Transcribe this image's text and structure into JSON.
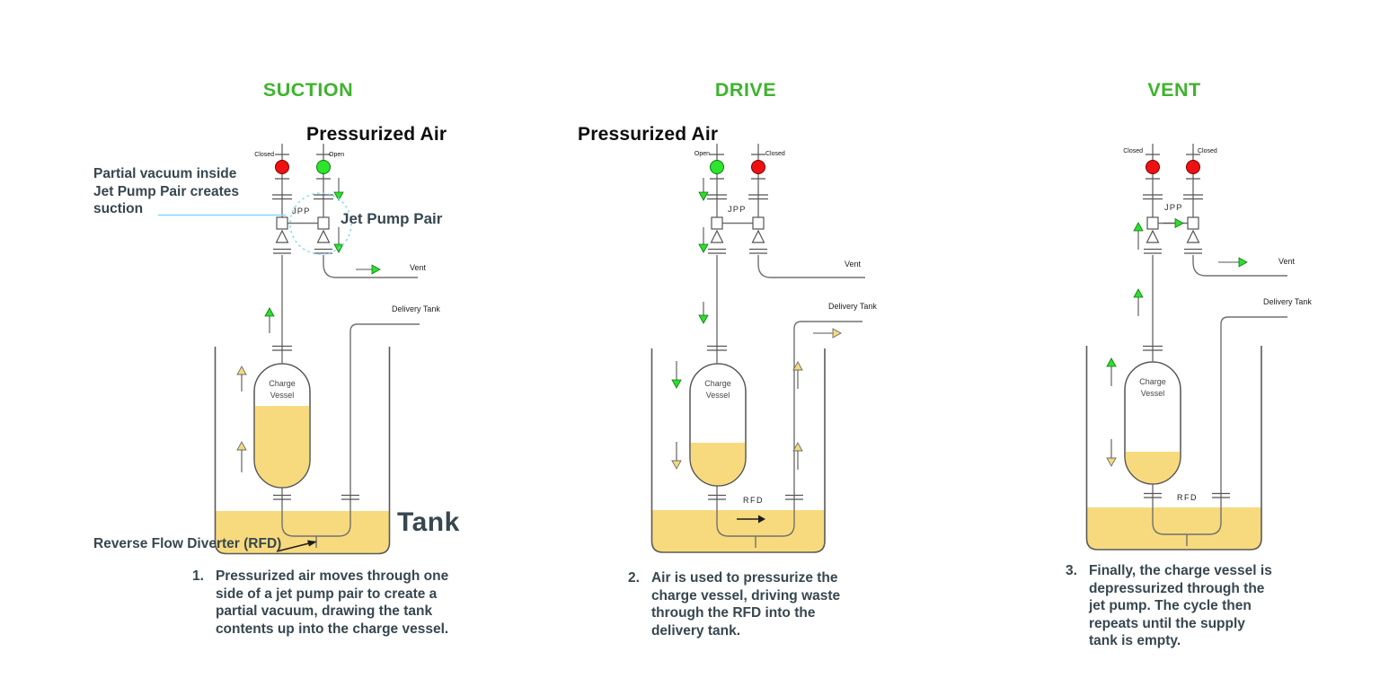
{
  "colors": {
    "title_green": "#3fb32e",
    "heading_dark": "#37474f",
    "text_black": "#0d0d0d",
    "valve_open_green": "#2ee52e",
    "valve_closed_red": "#ee1111",
    "arrow_green": "#2fdd2f",
    "arrow_yellow": "#f5d97e",
    "liquid_yellow": "#f8da7e",
    "callout_blue": "#86d7f8",
    "pipe_gray": "#707070"
  },
  "panels": [
    {
      "title": "SUCTION",
      "pressurized_air_label": "Pressurized Air",
      "left_valve_label": "Closed",
      "right_valve_label": "Open",
      "jpp_label": "JPP",
      "jet_pump_pair_label": "Jet Pump Pair",
      "annotation": "Partial vacuum inside\nJet Pump Pair creates\nsuction",
      "vent_label": "Vent",
      "delivery_tank_label": "Delivery Tank",
      "charge_vessel_label": "Charge\nVessel",
      "tank_label": "Tank",
      "rfd_callout_label": "Reverse Flow Diverter (RFD)",
      "step_number": "1.",
      "caption": "Pressurized air moves through one\nside of a jet pump pair to create a\npartial vacuum, drawing the tank\ncontents up into the charge vessel."
    },
    {
      "title": "DRIVE",
      "pressurized_air_label": "Pressurized Air",
      "left_valve_label": "Open",
      "right_valve_label": "Closed",
      "jpp_label": "JPP",
      "vent_label": "Vent",
      "delivery_tank_label": "Delivery Tank",
      "charge_vessel_label": "Charge\nVessel",
      "rfd_label": "RFD",
      "step_number": "2.",
      "caption": "Air is used to pressurize the\ncharge vessel, driving waste\nthrough the RFD into the\ndelivery tank."
    },
    {
      "title": "VENT",
      "left_valve_label": "Closed",
      "right_valve_label": "Closed",
      "jpp_label": "JPP",
      "vent_label": "Vent",
      "delivery_tank_label": "Delivery Tank",
      "charge_vessel_label": "Charge\nVessel",
      "rfd_label": "RFD",
      "step_number": "3.",
      "caption": "Finally, the charge vessel is\ndepressurized through the\njet pump. The cycle then\nrepeats until the supply\ntank is empty."
    }
  ]
}
